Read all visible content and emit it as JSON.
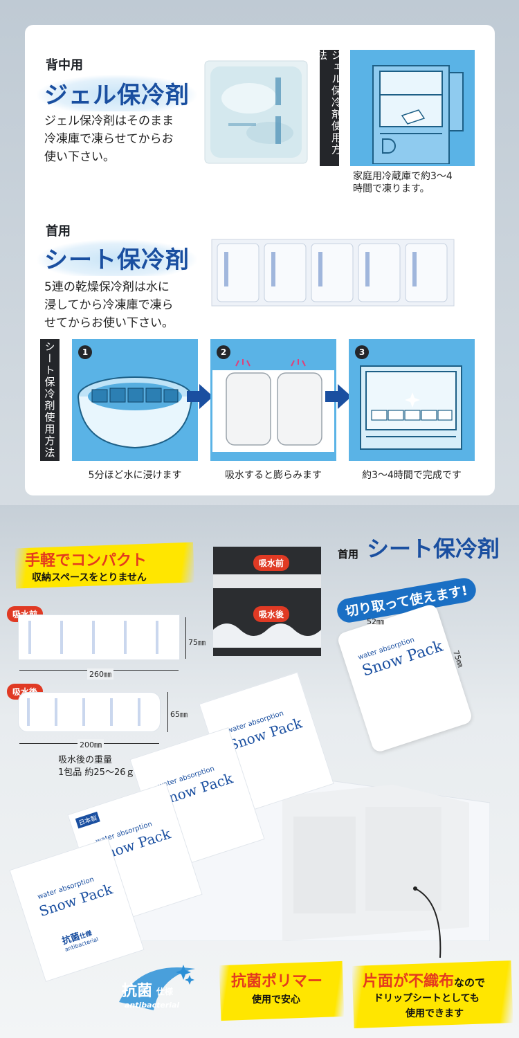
{
  "gel": {
    "label": "背中用",
    "title": "ジェル保冷剤",
    "desc": [
      "ジェル保冷剤はそのまま",
      "冷凍庫で凍らせてからお",
      "使い下さい。"
    ],
    "vertical_label": "ジェル保冷剤使用方法",
    "caption": [
      "家庭用冷蔵庫で約3〜4",
      "時間で凍ります。"
    ]
  },
  "sheet": {
    "label": "首用",
    "title": "シート保冷剤",
    "desc": [
      "5連の乾燥保冷剤は水に",
      "浸してから冷凍庫で凍ら",
      "せてからお使い下さい。"
    ],
    "vertical_label": "シート保冷剤使用方法",
    "steps": [
      {
        "num": "1",
        "caption": "5分ほど水に浸けます"
      },
      {
        "num": "2",
        "caption": "吸水すると膨らみます"
      },
      {
        "num": "3",
        "caption": "約3〜4時間で完成です"
      }
    ]
  },
  "bottom": {
    "compact_title": "手軽でコンパクト",
    "compact_sub": "収納スペースをとりません",
    "before_badge": "吸水前",
    "after_badge": "吸水後",
    "before_width": "260㎜",
    "before_height": "75㎜",
    "after_width": "200㎜",
    "after_height": "65㎜",
    "weight_label": "吸水後の重量",
    "weight_value": "1包品 約25〜26ｇ",
    "photo_before": "吸水前",
    "photo_after": "吸水後",
    "heading_small": "首用",
    "heading_big": "シート保冷剤",
    "cut_text": "切り取って使えます!",
    "piece_width": "52㎜",
    "piece_height": "75㎜",
    "pack_brand_line1": "water absorption",
    "pack_brand_line2": "Snow Pack",
    "pack_antibac": "抗菌",
    "pack_antibac_small": "仕様",
    "pack_antibac_en": "antibacterial",
    "pack_made": "日本製",
    "antibac_logo_big": "抗菌",
    "antibac_logo_small": "仕様",
    "antibac_logo_en": "antibacterial",
    "polymer_title": "抗菌ポリマー",
    "polymer_sub": "使用で安心",
    "nonwoven_title": "片面が不織布",
    "nonwoven_title_tail": "なので",
    "nonwoven_sub1": "ドリップシートとしても",
    "nonwoven_sub2": "使用できます"
  },
  "colors": {
    "accent_blue": "#1a4fa0",
    "panel_blue": "#5ab3e6",
    "red": "#e43a1e",
    "yellow": "#ffe600"
  }
}
